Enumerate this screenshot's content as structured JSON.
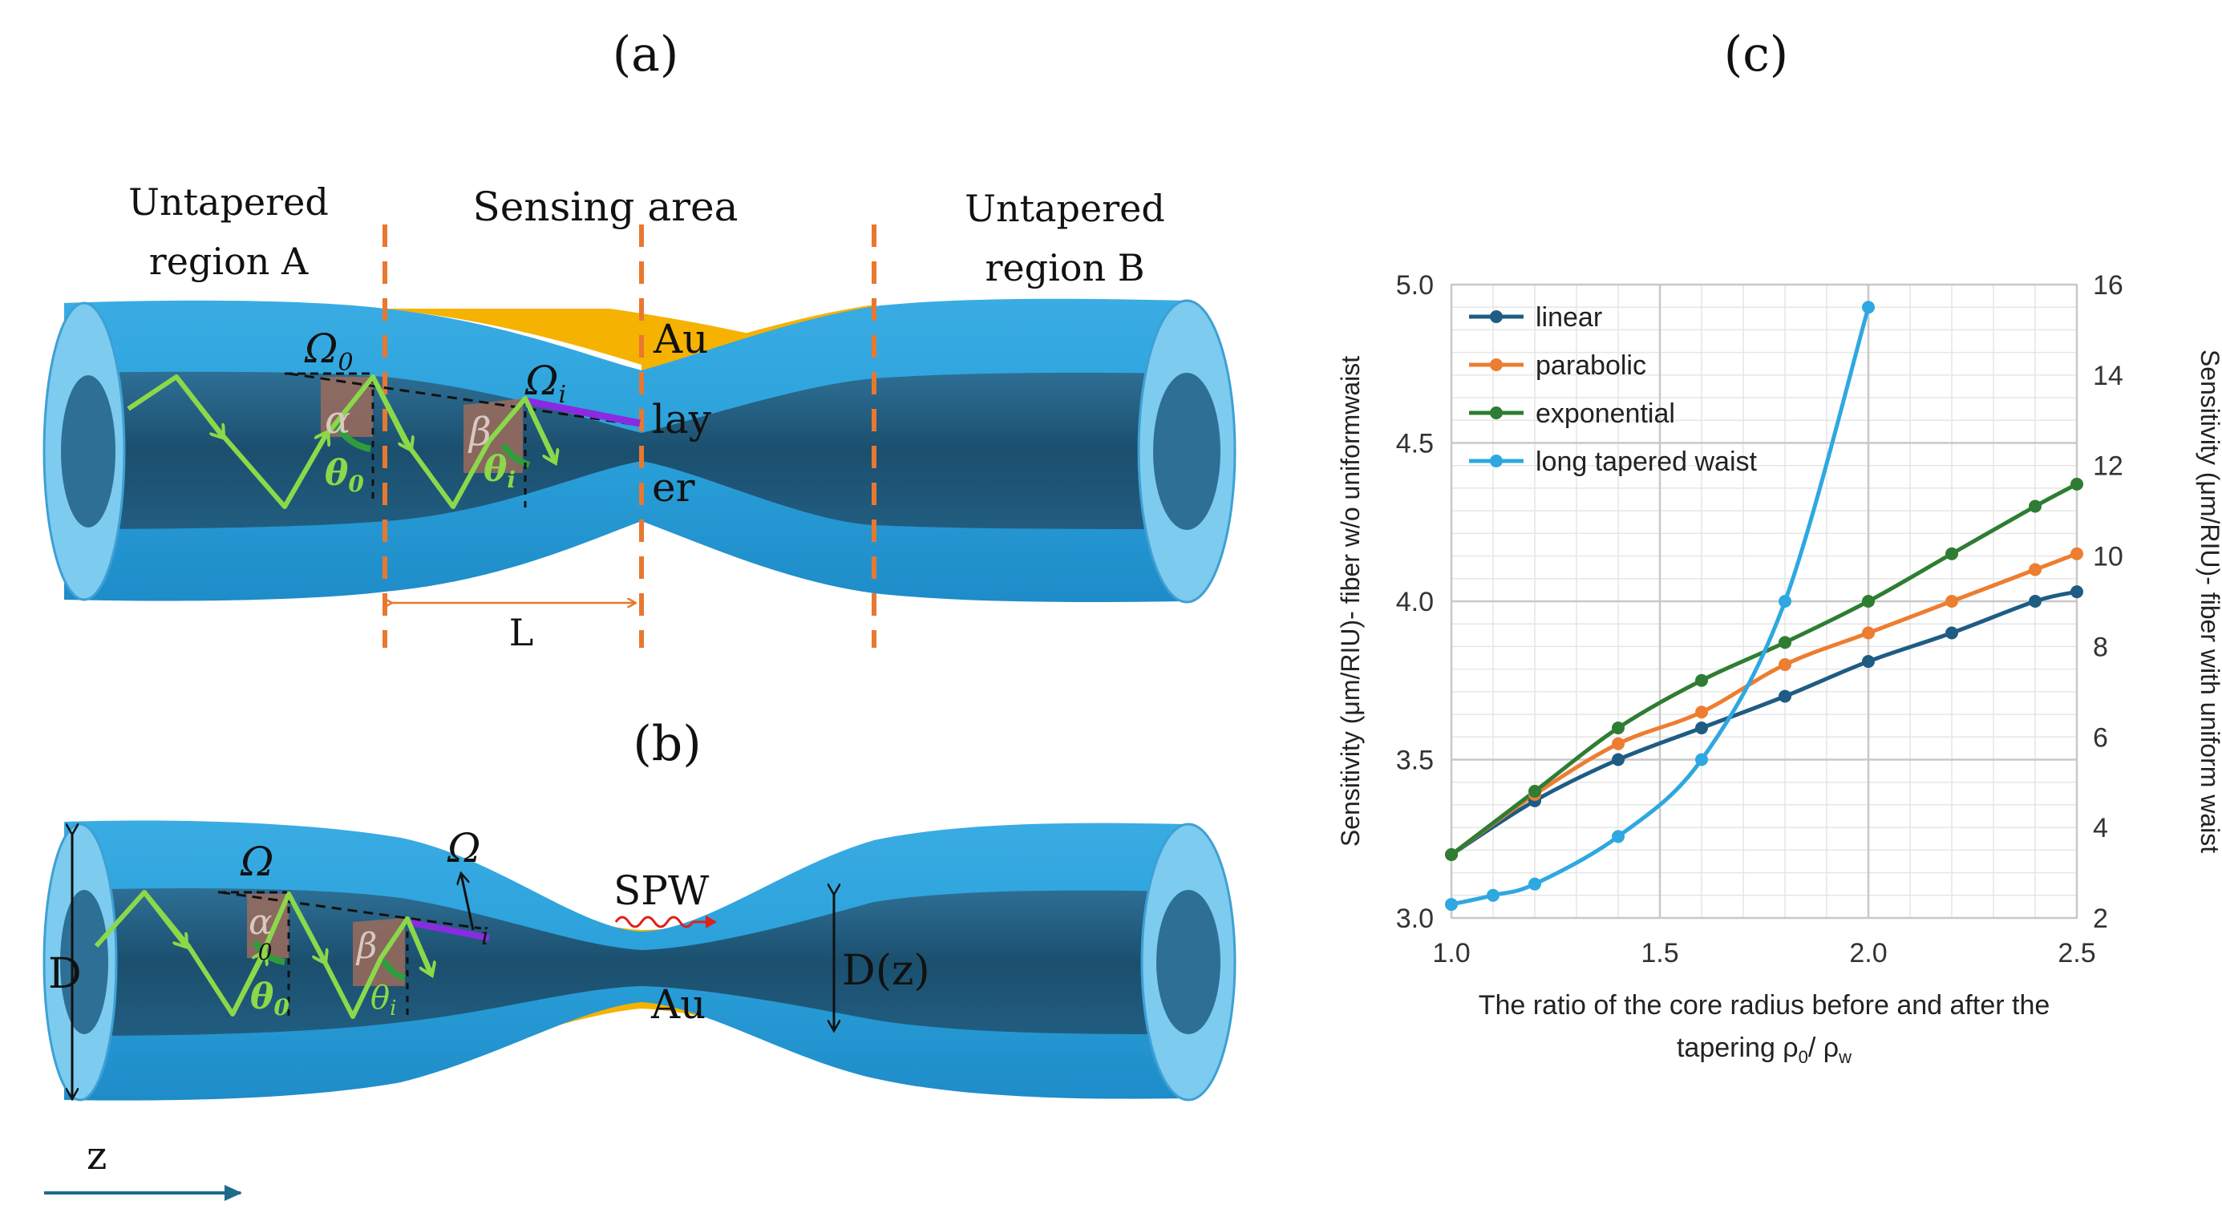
{
  "panels": {
    "a": {
      "label": "(a)",
      "region_left": [
        "Untapered",
        "region A"
      ],
      "region_middle": "Sensing area",
      "region_right": [
        "Untapered",
        "region B"
      ],
      "layer": [
        "Au",
        "lay",
        "er"
      ],
      "length": "L",
      "omega0": "Ω",
      "omega0_sub": "0",
      "omegai": "Ω",
      "omegai_sub": "i",
      "alpha": "α",
      "beta": "β",
      "theta0": "θ",
      "theta0_sub": "0",
      "thetai": "θ",
      "thetai_sub": "i"
    },
    "b": {
      "label": "(b)",
      "diameter": "D",
      "diameter_z": "D(z)",
      "spw": "SPW",
      "gold": "Au",
      "omega_left": "Ω",
      "omega_right": "Ω",
      "omega_right_sub": "i",
      "alpha": "α",
      "alpha_sub": "0",
      "beta": "β",
      "theta0": "θ",
      "theta0_sub": "0",
      "thetai": "θ",
      "thetai_sub": "i",
      "axis": "z"
    },
    "c": {
      "label": "(c)"
    }
  },
  "colors": {
    "cladding": "#29A3DF",
    "cladding_light": "#7DCBEE",
    "core": "#1B4F6E",
    "core_light": "#3A86B0",
    "gold": "#F5B200",
    "ray": "#8BD84A",
    "dash_orange": "#E8782F",
    "angle_fill": "#9C6B5A",
    "purple": "#8A2BE2",
    "axis_arrow": "#1F6A8A"
  },
  "chart_data": {
    "type": "line",
    "xlabel": [
      "The ratio of the core radius before and after the",
      "tapering ρ",
      "0",
      "/ ρ",
      "w"
    ],
    "ylabel_left": "Sensitivity (μm/RIU)- fiber w/o uniformwaist",
    "ylabel_right": "Sensitivity (μm/RIU)- fiber with uniform waist",
    "xlim": [
      1.0,
      2.5
    ],
    "xticks": [
      "1.0",
      "1.5",
      "2.0",
      "2.5"
    ],
    "ylim_left": [
      3.0,
      5.0
    ],
    "yticks_left": [
      "3.0",
      "3.5",
      "4.0",
      "4.5",
      "5.0"
    ],
    "ylim_right": [
      2,
      16
    ],
    "yticks_right": [
      "2",
      "4",
      "6",
      "8",
      "10",
      "12",
      "14",
      "16"
    ],
    "grid": true,
    "legend_position": "top-left",
    "series": [
      {
        "name": "linear",
        "color": "#1F5C84",
        "axis": "left",
        "x": [
          1.0,
          1.2,
          1.4,
          1.6,
          1.8,
          2.0,
          2.2,
          2.4,
          2.5
        ],
        "y": [
          3.2,
          3.37,
          3.5,
          3.6,
          3.7,
          3.81,
          3.9,
          4.0,
          4.03
        ]
      },
      {
        "name": "parabolic",
        "color": "#ED7D31",
        "axis": "left",
        "x": [
          1.0,
          1.2,
          1.4,
          1.6,
          1.8,
          2.0,
          2.2,
          2.4,
          2.5
        ],
        "y": [
          3.2,
          3.39,
          3.55,
          3.65,
          3.8,
          3.9,
          4.0,
          4.1,
          4.15
        ]
      },
      {
        "name": "exponential",
        "color": "#2E7D32",
        "axis": "left",
        "x": [
          1.0,
          1.2,
          1.4,
          1.6,
          1.8,
          2.0,
          2.2,
          2.4,
          2.5
        ],
        "y": [
          3.2,
          3.4,
          3.6,
          3.75,
          3.87,
          4.0,
          4.15,
          4.3,
          4.37
        ]
      },
      {
        "name": "long tapered waist",
        "color": "#2EA8E0",
        "axis": "right",
        "x": [
          1.0,
          1.1,
          1.2,
          1.4,
          1.6,
          1.8,
          2.0
        ],
        "y": [
          2.3,
          2.5,
          2.75,
          3.8,
          5.5,
          9.0,
          15.5
        ]
      }
    ]
  }
}
